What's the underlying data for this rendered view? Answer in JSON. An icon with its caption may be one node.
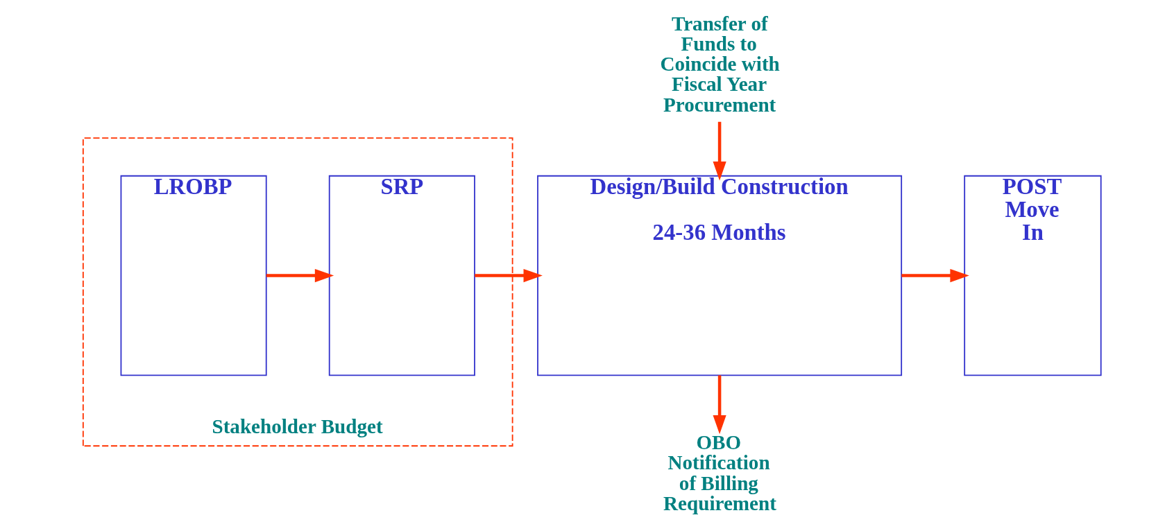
{
  "diagram": {
    "nodes": [
      {
        "text": [
          "Stakeholder Budget"
        ]
      },
      {
        "text": [
          "LROBP"
        ],
        "in": 0
      },
      {
        "text": [
          "SRP"
        ],
        "in": 0
      },
      {
        "text": [
          "Design/Build Construction",
          "24-36 Months"
        ]
      },
      {
        "text": [
          "POST Move In"
        ]
      },
      {
        "text": [
          "OBO Notification of Billing Requirement"
        ]
      },
      {
        "text": [
          "Transfer of Funds to Coincide with Fiscal Year Procurement"
        ]
      }
    ],
    "edges": [
      {
        "from": 1,
        "to": 2,
        "arrow": "to"
      },
      {
        "from": 2,
        "to": 3,
        "arrow": "to"
      },
      {
        "from": 3,
        "to": 4,
        "arrow": "to"
      },
      {
        "from": 3,
        "to": 5,
        "arrow": "to"
      },
      {
        "from": 6,
        "to": 3,
        "arrow": "to"
      }
    ]
  }
}
